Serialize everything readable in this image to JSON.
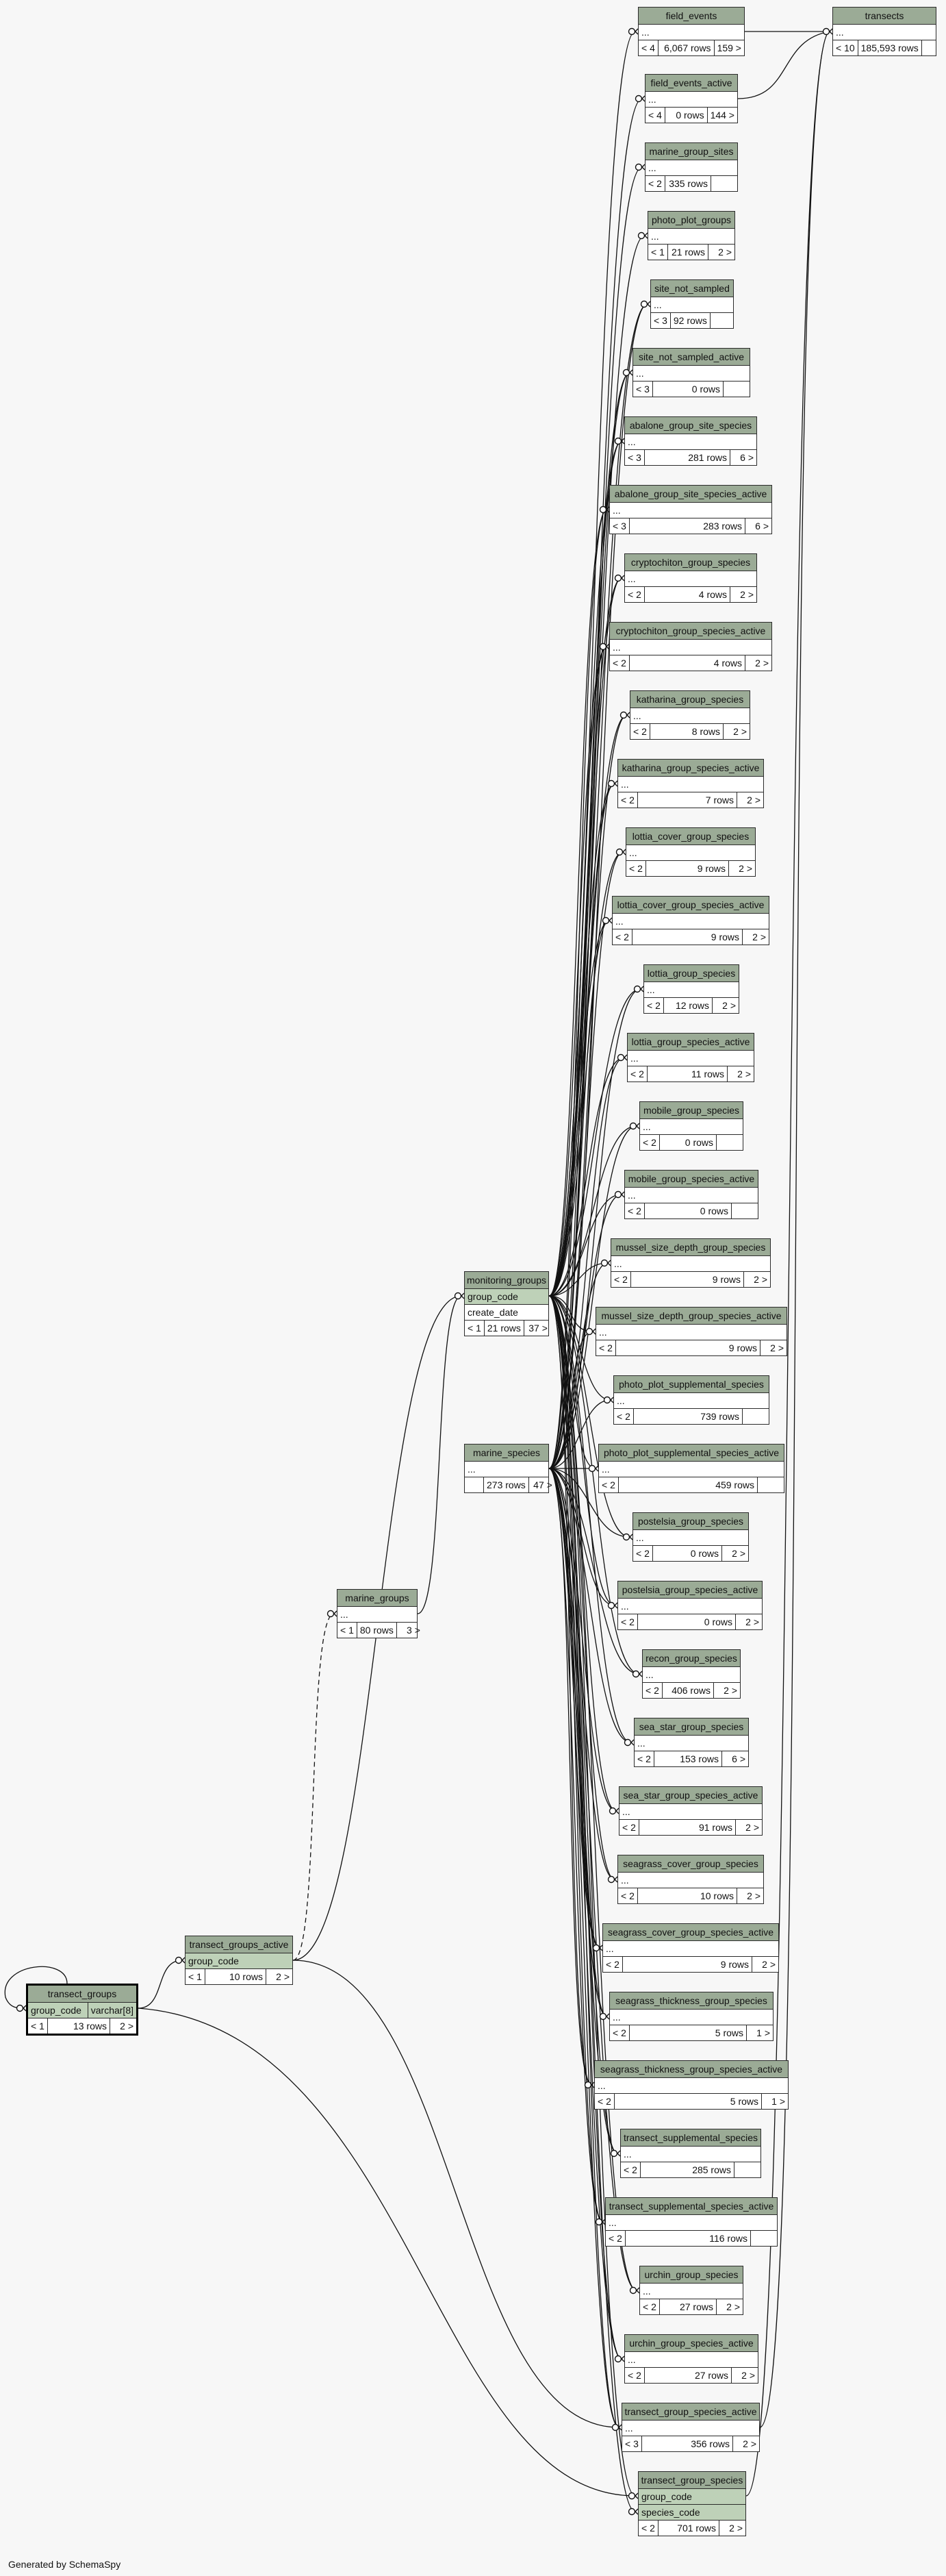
{
  "footer": "Generated by SchemaSpy",
  "colors": {
    "header": "#9bab96",
    "key": "#bed1b8",
    "border": "#2b2b2b",
    "edge": "#111111"
  },
  "focus_table": "transect_groups",
  "tables": [
    {
      "id": "transects",
      "name": "transects",
      "cols": [
        {
          "name": "..."
        }
      ],
      "parents": "< 10",
      "rows": "185,593 rows",
      "children": ""
    },
    {
      "id": "field_events",
      "name": "field_events",
      "cols": [
        {
          "name": "..."
        }
      ],
      "parents": "< 4",
      "rows": "6,067 rows",
      "children": "159 >"
    },
    {
      "id": "field_events_active",
      "name": "field_events_active",
      "cols": [
        {
          "name": "..."
        }
      ],
      "parents": "< 4",
      "rows": "0 rows",
      "children": "144 >"
    },
    {
      "id": "marine_group_sites",
      "name": "marine_group_sites",
      "cols": [
        {
          "name": "..."
        }
      ],
      "parents": "< 2",
      "rows": "335 rows",
      "children": ""
    },
    {
      "id": "photo_plot_groups",
      "name": "photo_plot_groups",
      "cols": [
        {
          "name": "..."
        }
      ],
      "parents": "< 1",
      "rows": "21 rows",
      "children": "2 >"
    },
    {
      "id": "site_not_sampled",
      "name": "site_not_sampled",
      "cols": [
        {
          "name": "..."
        }
      ],
      "parents": "< 3",
      "rows": "92 rows",
      "children": ""
    },
    {
      "id": "site_not_sampled_active",
      "name": "site_not_sampled_active",
      "cols": [
        {
          "name": "..."
        }
      ],
      "parents": "< 3",
      "rows": "0 rows",
      "children": ""
    },
    {
      "id": "abalone_group_site_species",
      "name": "abalone_group_site_species",
      "cols": [
        {
          "name": "..."
        }
      ],
      "parents": "< 3",
      "rows": "281 rows",
      "children": "6 >"
    },
    {
      "id": "abalone_group_site_species_active",
      "name": "abalone_group_site_species_active",
      "cols": [
        {
          "name": "..."
        }
      ],
      "parents": "< 3",
      "rows": "283 rows",
      "children": "6 >"
    },
    {
      "id": "cryptochiton_group_species",
      "name": "cryptochiton_group_species",
      "cols": [
        {
          "name": "..."
        }
      ],
      "parents": "< 2",
      "rows": "4 rows",
      "children": "2 >"
    },
    {
      "id": "cryptochiton_group_species_active",
      "name": "cryptochiton_group_species_active",
      "cols": [
        {
          "name": "..."
        }
      ],
      "parents": "< 2",
      "rows": "4 rows",
      "children": "2 >"
    },
    {
      "id": "katharina_group_species",
      "name": "katharina_group_species",
      "cols": [
        {
          "name": "..."
        }
      ],
      "parents": "< 2",
      "rows": "8 rows",
      "children": "2 >"
    },
    {
      "id": "katharina_group_species_active",
      "name": "katharina_group_species_active",
      "cols": [
        {
          "name": "..."
        }
      ],
      "parents": "< 2",
      "rows": "7 rows",
      "children": "2 >"
    },
    {
      "id": "lottia_cover_group_species",
      "name": "lottia_cover_group_species",
      "cols": [
        {
          "name": "..."
        }
      ],
      "parents": "< 2",
      "rows": "9 rows",
      "children": "2 >"
    },
    {
      "id": "lottia_cover_group_species_active",
      "name": "lottia_cover_group_species_active",
      "cols": [
        {
          "name": "..."
        }
      ],
      "parents": "< 2",
      "rows": "9 rows",
      "children": "2 >"
    },
    {
      "id": "lottia_group_species",
      "name": "lottia_group_species",
      "cols": [
        {
          "name": "..."
        }
      ],
      "parents": "< 2",
      "rows": "12 rows",
      "children": "2 >"
    },
    {
      "id": "lottia_group_species_active",
      "name": "lottia_group_species_active",
      "cols": [
        {
          "name": "..."
        }
      ],
      "parents": "< 2",
      "rows": "11 rows",
      "children": "2 >"
    },
    {
      "id": "mobile_group_species",
      "name": "mobile_group_species",
      "cols": [
        {
          "name": "..."
        }
      ],
      "parents": "< 2",
      "rows": "0 rows",
      "children": ""
    },
    {
      "id": "mobile_group_species_active",
      "name": "mobile_group_species_active",
      "cols": [
        {
          "name": "..."
        }
      ],
      "parents": "< 2",
      "rows": "0 rows",
      "children": ""
    },
    {
      "id": "mussel_size_depth_group_species",
      "name": "mussel_size_depth_group_species",
      "cols": [
        {
          "name": "..."
        }
      ],
      "parents": "< 2",
      "rows": "9 rows",
      "children": "2 >"
    },
    {
      "id": "mussel_size_depth_group_species_active",
      "name": "mussel_size_depth_group_species_active",
      "cols": [
        {
          "name": "..."
        }
      ],
      "parents": "< 2",
      "rows": "9 rows",
      "children": "2 >"
    },
    {
      "id": "photo_plot_supplemental_species",
      "name": "photo_plot_supplemental_species",
      "cols": [
        {
          "name": "..."
        }
      ],
      "parents": "< 2",
      "rows": "739 rows",
      "children": ""
    },
    {
      "id": "photo_plot_supplemental_species_active",
      "name": "photo_plot_supplemental_species_active",
      "cols": [
        {
          "name": "..."
        }
      ],
      "parents": "< 2",
      "rows": "459 rows",
      "children": ""
    },
    {
      "id": "postelsia_group_species",
      "name": "postelsia_group_species",
      "cols": [
        {
          "name": "..."
        }
      ],
      "parents": "< 2",
      "rows": "0 rows",
      "children": "2 >"
    },
    {
      "id": "postelsia_group_species_active",
      "name": "postelsia_group_species_active",
      "cols": [
        {
          "name": "..."
        }
      ],
      "parents": "< 2",
      "rows": "0 rows",
      "children": "2 >"
    },
    {
      "id": "recon_group_species",
      "name": "recon_group_species",
      "cols": [
        {
          "name": "..."
        }
      ],
      "parents": "< 2",
      "rows": "406 rows",
      "children": "2 >"
    },
    {
      "id": "sea_star_group_species",
      "name": "sea_star_group_species",
      "cols": [
        {
          "name": "..."
        }
      ],
      "parents": "< 2",
      "rows": "153 rows",
      "children": "6 >"
    },
    {
      "id": "sea_star_group_species_active",
      "name": "sea_star_group_species_active",
      "cols": [
        {
          "name": "..."
        }
      ],
      "parents": "< 2",
      "rows": "91 rows",
      "children": "2 >"
    },
    {
      "id": "seagrass_cover_group_species",
      "name": "seagrass_cover_group_species",
      "cols": [
        {
          "name": "..."
        }
      ],
      "parents": "< 2",
      "rows": "10 rows",
      "children": "2 >"
    },
    {
      "id": "seagrass_cover_group_species_active",
      "name": "seagrass_cover_group_species_active",
      "cols": [
        {
          "name": "..."
        }
      ],
      "parents": "< 2",
      "rows": "9 rows",
      "children": "2 >"
    },
    {
      "id": "seagrass_thickness_group_species",
      "name": "seagrass_thickness_group_species",
      "cols": [
        {
          "name": "..."
        }
      ],
      "parents": "< 2",
      "rows": "5 rows",
      "children": "1 >"
    },
    {
      "id": "seagrass_thickness_group_species_active",
      "name": "seagrass_thickness_group_species_active",
      "cols": [
        {
          "name": "..."
        }
      ],
      "parents": "< 2",
      "rows": "5 rows",
      "children": "1 >"
    },
    {
      "id": "transect_supplemental_species",
      "name": "transect_supplemental_species",
      "cols": [
        {
          "name": "..."
        }
      ],
      "parents": "< 2",
      "rows": "285 rows",
      "children": ""
    },
    {
      "id": "transect_supplemental_species_active",
      "name": "transect_supplemental_species_active",
      "cols": [
        {
          "name": "..."
        }
      ],
      "parents": "< 2",
      "rows": "116 rows",
      "children": ""
    },
    {
      "id": "urchin_group_species",
      "name": "urchin_group_species",
      "cols": [
        {
          "name": "..."
        }
      ],
      "parents": "< 2",
      "rows": "27 rows",
      "children": "2 >"
    },
    {
      "id": "urchin_group_species_active",
      "name": "urchin_group_species_active",
      "cols": [
        {
          "name": "..."
        }
      ],
      "parents": "< 2",
      "rows": "27 rows",
      "children": "2 >"
    },
    {
      "id": "transect_group_species_active",
      "name": "transect_group_species_active",
      "cols": [
        {
          "name": "..."
        }
      ],
      "parents": "< 3",
      "rows": "356 rows",
      "children": "2 >"
    },
    {
      "id": "transect_group_species",
      "name": "transect_group_species",
      "cols": [
        {
          "name": "group_code",
          "key": true
        },
        {
          "name": "species_code",
          "key": true
        }
      ],
      "parents": "< 2",
      "rows": "701 rows",
      "children": "2 >"
    },
    {
      "id": "monitoring_groups",
      "name": "monitoring_groups",
      "cols": [
        {
          "name": "group_code",
          "key": true
        },
        {
          "name": "create_date"
        }
      ],
      "parents": "< 1",
      "rows": "21 rows",
      "children": "37 >"
    },
    {
      "id": "marine_species",
      "name": "marine_species",
      "cols": [
        {
          "name": "..."
        }
      ],
      "parents": "",
      "rows": "273 rows",
      "children": "47 >"
    },
    {
      "id": "marine_groups",
      "name": "marine_groups",
      "cols": [
        {
          "name": "..."
        }
      ],
      "parents": "< 1",
      "rows": "80 rows",
      "children": "3 >"
    },
    {
      "id": "transect_groups_active",
      "name": "transect_groups_active",
      "cols": [
        {
          "name": "group_code",
          "key": true
        }
      ],
      "parents": "< 1",
      "rows": "10 rows",
      "children": "2 >"
    },
    {
      "id": "transect_groups",
      "name": "transect_groups",
      "cols": [
        {
          "name": "group_code",
          "key": true,
          "type": "varchar[8]"
        }
      ],
      "parents": "< 1",
      "rows": "13 rows",
      "children": "2 >"
    }
  ]
}
